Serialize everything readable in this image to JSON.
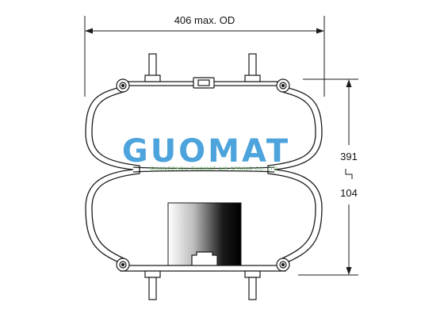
{
  "dimensions": {
    "outer_diameter_label": "406 max. OD",
    "height_max_label": "391",
    "height_min_label": "104"
  },
  "watermark": {
    "brand": "GUOMAT",
    "tagline": "GUANGZHOU GUOMAT AIR SPRING CO.,LTD"
  },
  "colors": {
    "line": "#1a1a1a",
    "brand_text": "#2e93d6",
    "tagline_text": "#6db86a"
  }
}
